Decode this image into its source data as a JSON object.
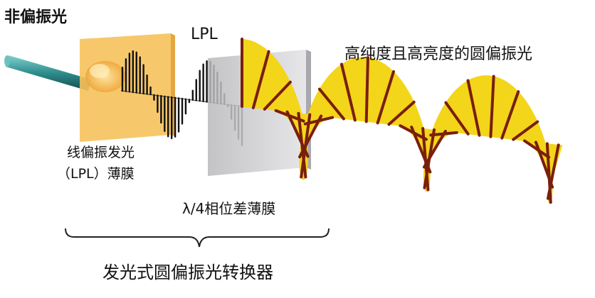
{
  "labels": {
    "unpolarized": "非偏振光",
    "lpl": "LPL",
    "output": "高纯度且高亮度的圆偏振光",
    "lp_film_line1": "线偏振发光",
    "lp_film_line2": "（LPL）薄膜",
    "qwp": "λ/4相位差薄膜",
    "converter": "发光式圆偏振光转换器"
  },
  "colors": {
    "orange_film": "#f6c25b",
    "gray_film": "#c9c9cc",
    "helix_yellow": "#f3d51a",
    "spoke_red": "#7a1e0e",
    "wave_black": "#111111",
    "beam_teal": "#2f8c8c"
  }
}
